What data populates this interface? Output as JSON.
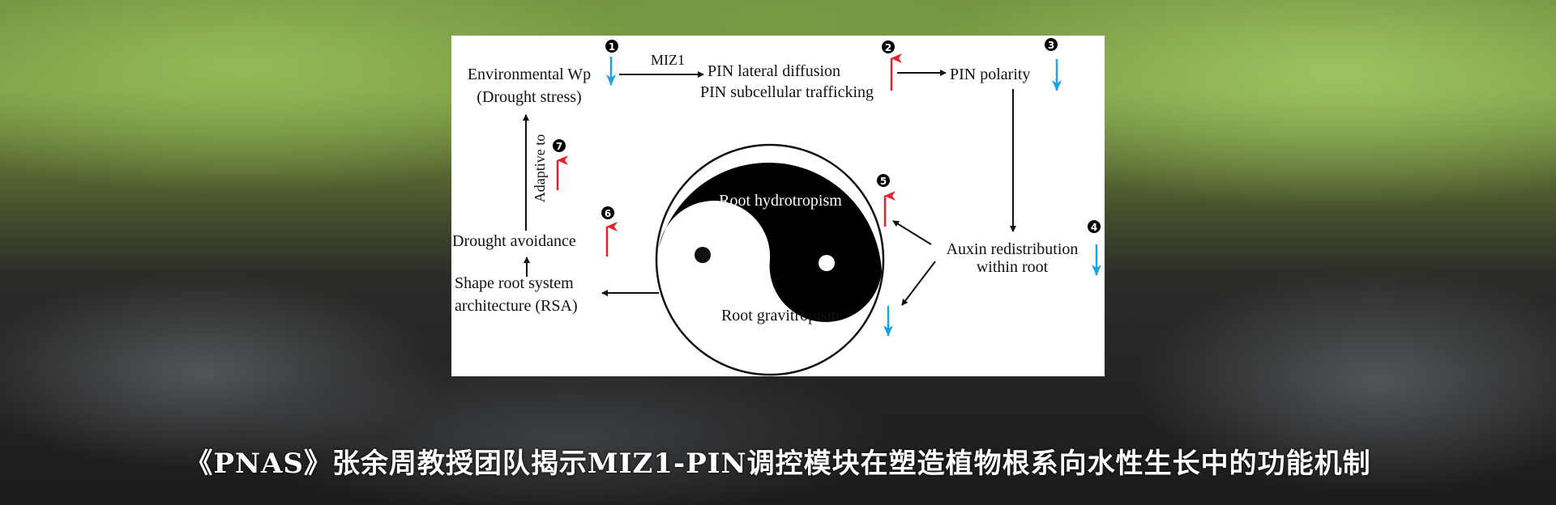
{
  "diagram": {
    "env_wp": "Environmental Wp",
    "drought_stress": "(Drought stress)",
    "miz1": "MIZ1",
    "pin_lateral": "PIN lateral diffusion",
    "pin_trafficking": "PIN subcellular trafficking",
    "pin_polarity": "PIN polarity",
    "auxin_redistribution": "Auxin redistribution",
    "within_root": "within root",
    "root_hydrotropism": "Root hydrotropism",
    "root_gravitropism": "Root gravitropism",
    "drought_avoidance": "Drought avoidance",
    "shape_rsa_1": "Shape root system",
    "shape_rsa_2": "architecture (RSA)",
    "adaptive_to": "Adaptive to",
    "numbers": [
      "1",
      "2",
      "3",
      "4",
      "5",
      "6",
      "7"
    ],
    "colors": {
      "up": "#e8202a",
      "down": "#1aa3e0"
    }
  },
  "title": "《PNAS》张余周教授团队揭示MIZ1-PIN调控模块在塑造植物根系向水性生长中的功能机制"
}
